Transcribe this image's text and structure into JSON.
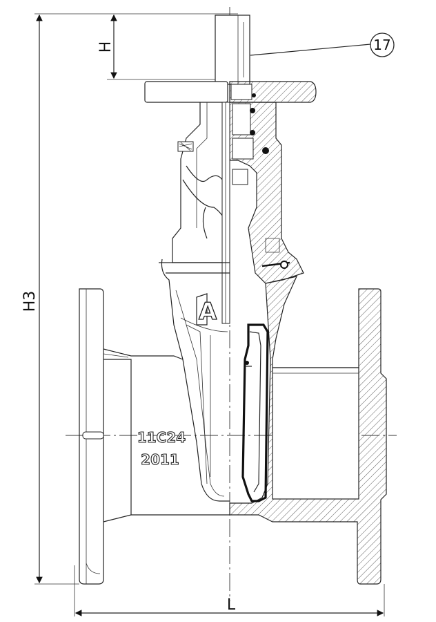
{
  "dimensions": {
    "height_handwheel": "H",
    "height_total": "H3",
    "length": "L"
  },
  "callouts": [
    {
      "number": "17"
    }
  ],
  "body_markings": {
    "size_code": "11C24",
    "year": "2011"
  }
}
